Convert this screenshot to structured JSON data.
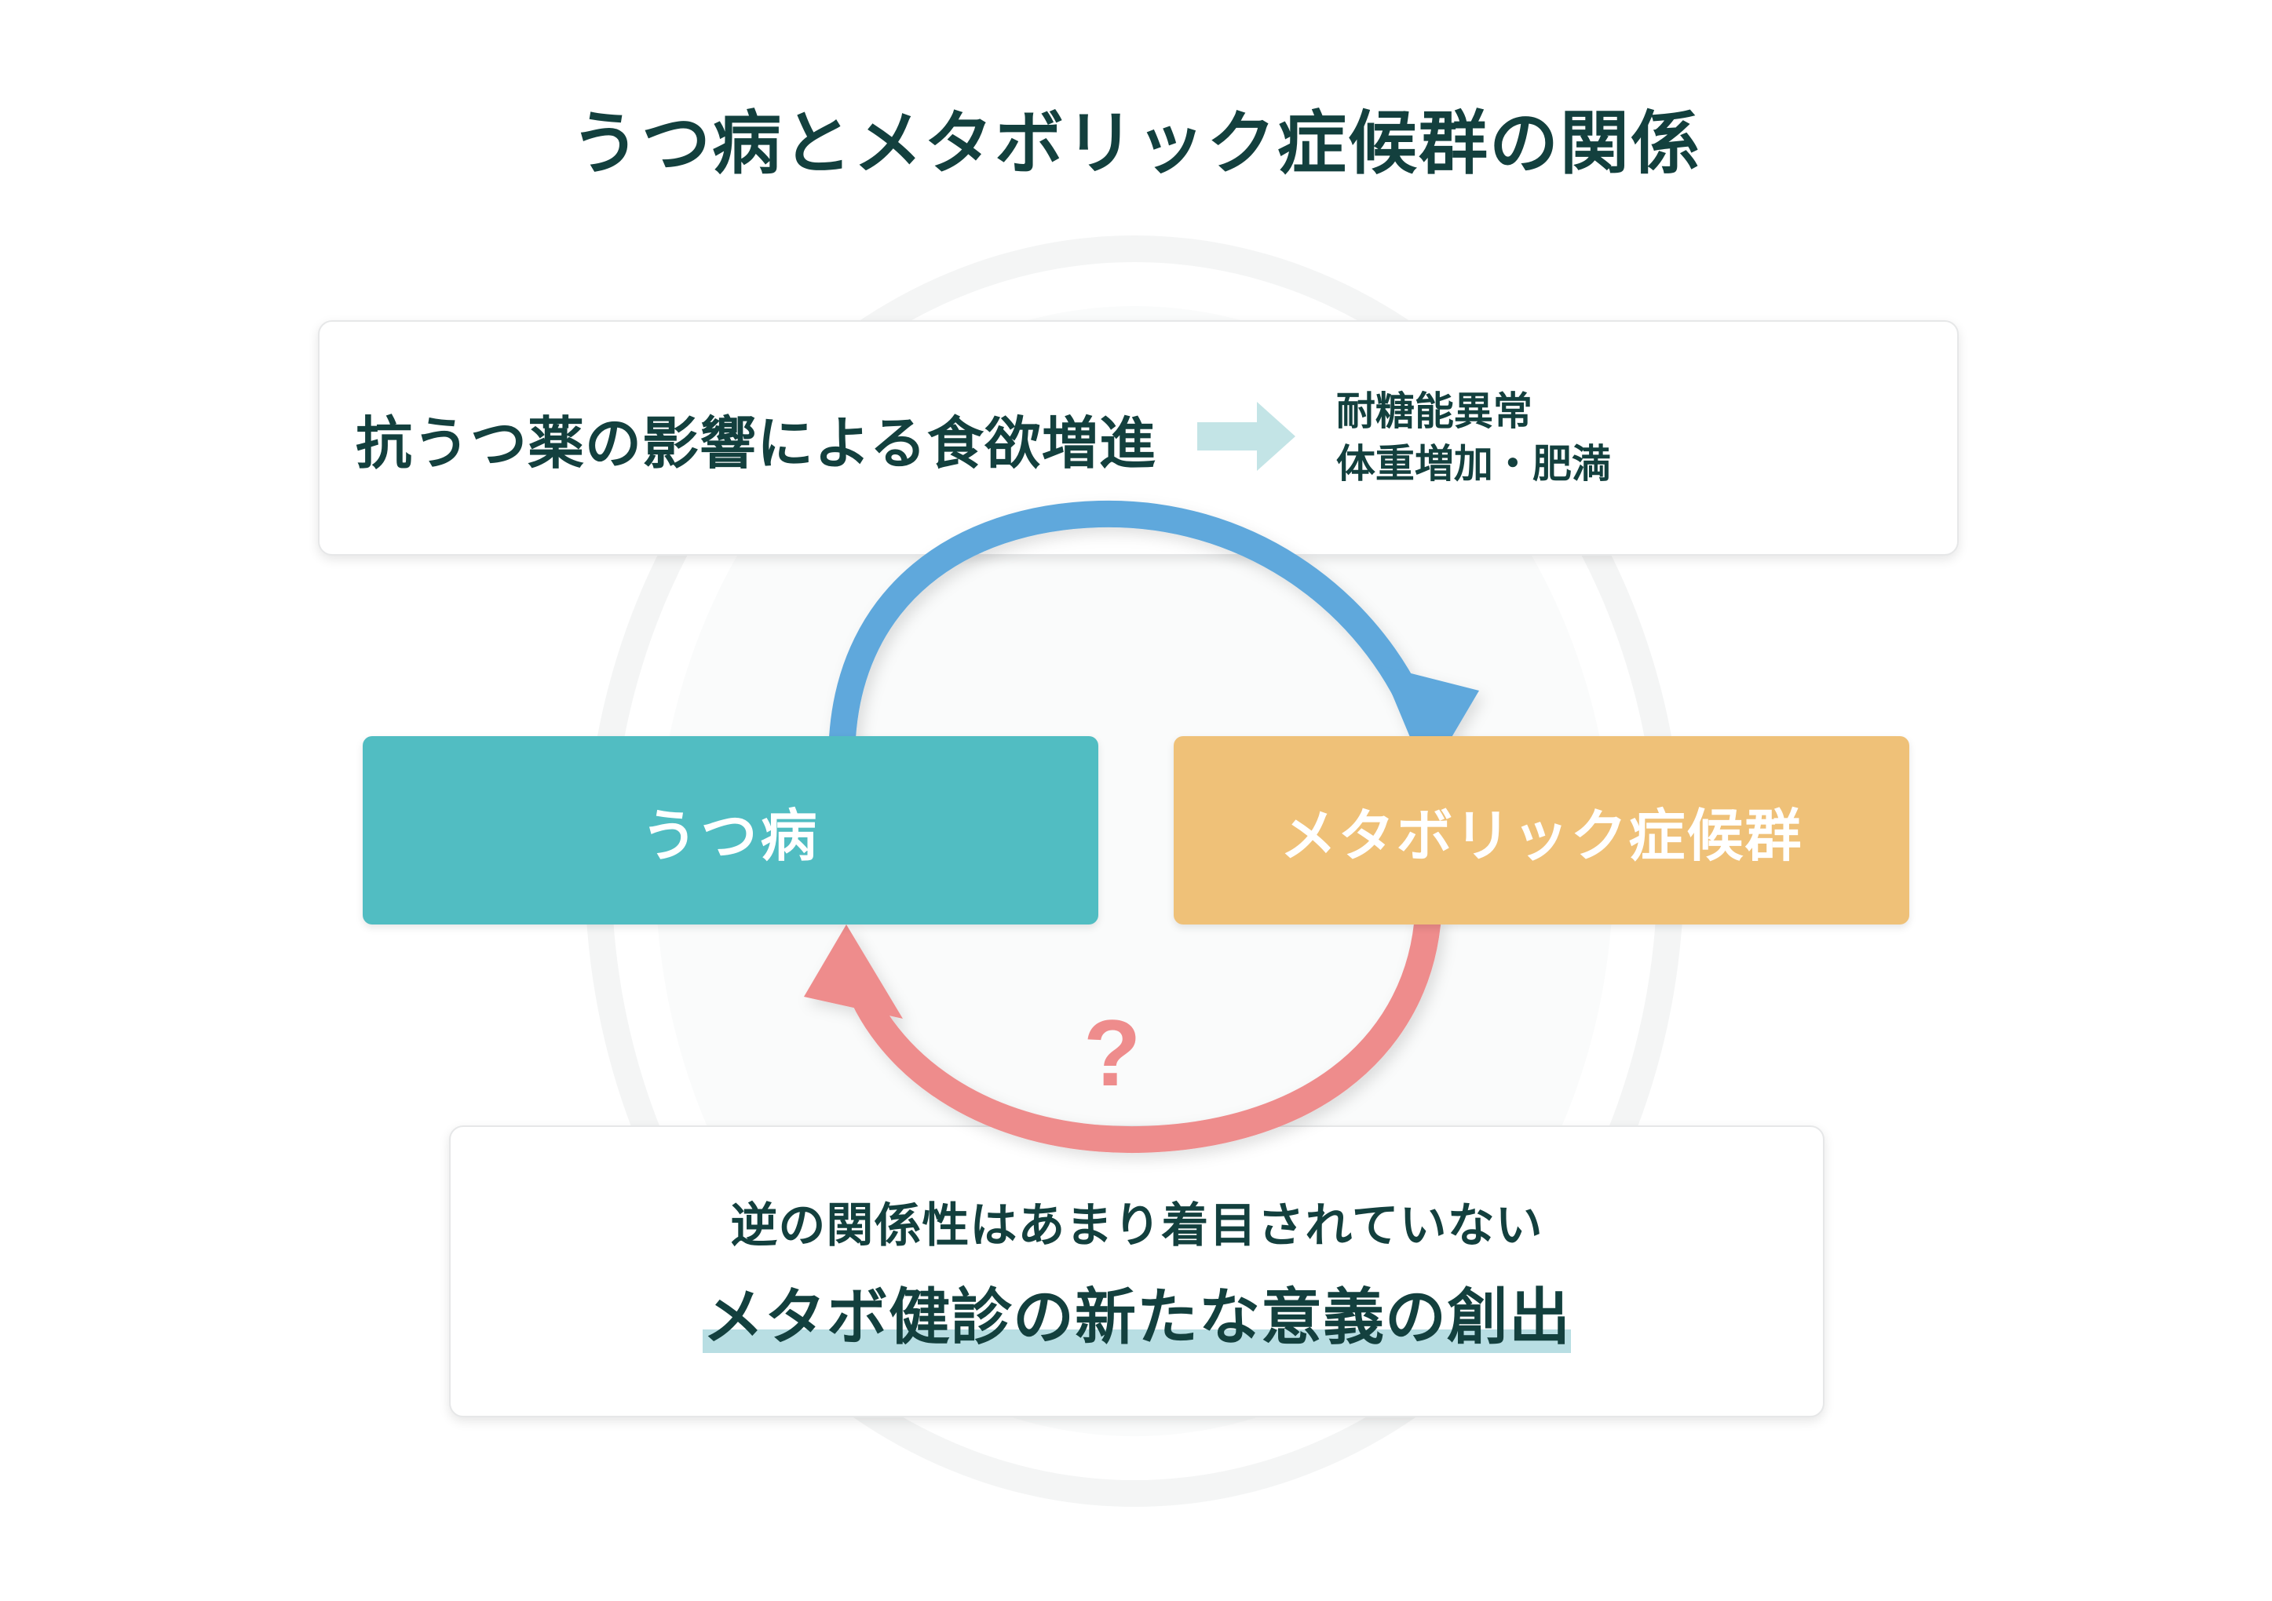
{
  "page": {
    "title": "うつ病とメタボリック症候群の関係"
  },
  "top_card": {
    "cause_text": "抗うつ薬の影響による食欲増進",
    "arrow_icon": "right-block-arrow-icon",
    "effects": [
      "耐糖能異常",
      "体重増加・肥満"
    ]
  },
  "concepts": {
    "left": {
      "label": "うつ病",
      "color": "#51bdc2"
    },
    "right": {
      "label": "メタボリック症候群",
      "color": "#efc178"
    }
  },
  "arrows": {
    "forward": {
      "name": "depression-to-metabolic-arrow",
      "color": "#5ea8dc",
      "direction": "left-to-right"
    },
    "reverse": {
      "name": "metabolic-to-depression-arrow",
      "color": "#ee8c8c",
      "direction": "right-to-left",
      "marker": "?"
    }
  },
  "bottom_card": {
    "line_1": "逆の関係性はあまり着目されていない",
    "line_2": "メタボ健診の新たな意義の創出",
    "highlight_color": "#b8dee3"
  },
  "colors": {
    "text_dark": "#13403e",
    "teal": "#51bdc2",
    "orange": "#efc178",
    "blue": "#5ea8dc",
    "salmon": "#ee8c8c",
    "light_teal": "#b8dee3"
  }
}
